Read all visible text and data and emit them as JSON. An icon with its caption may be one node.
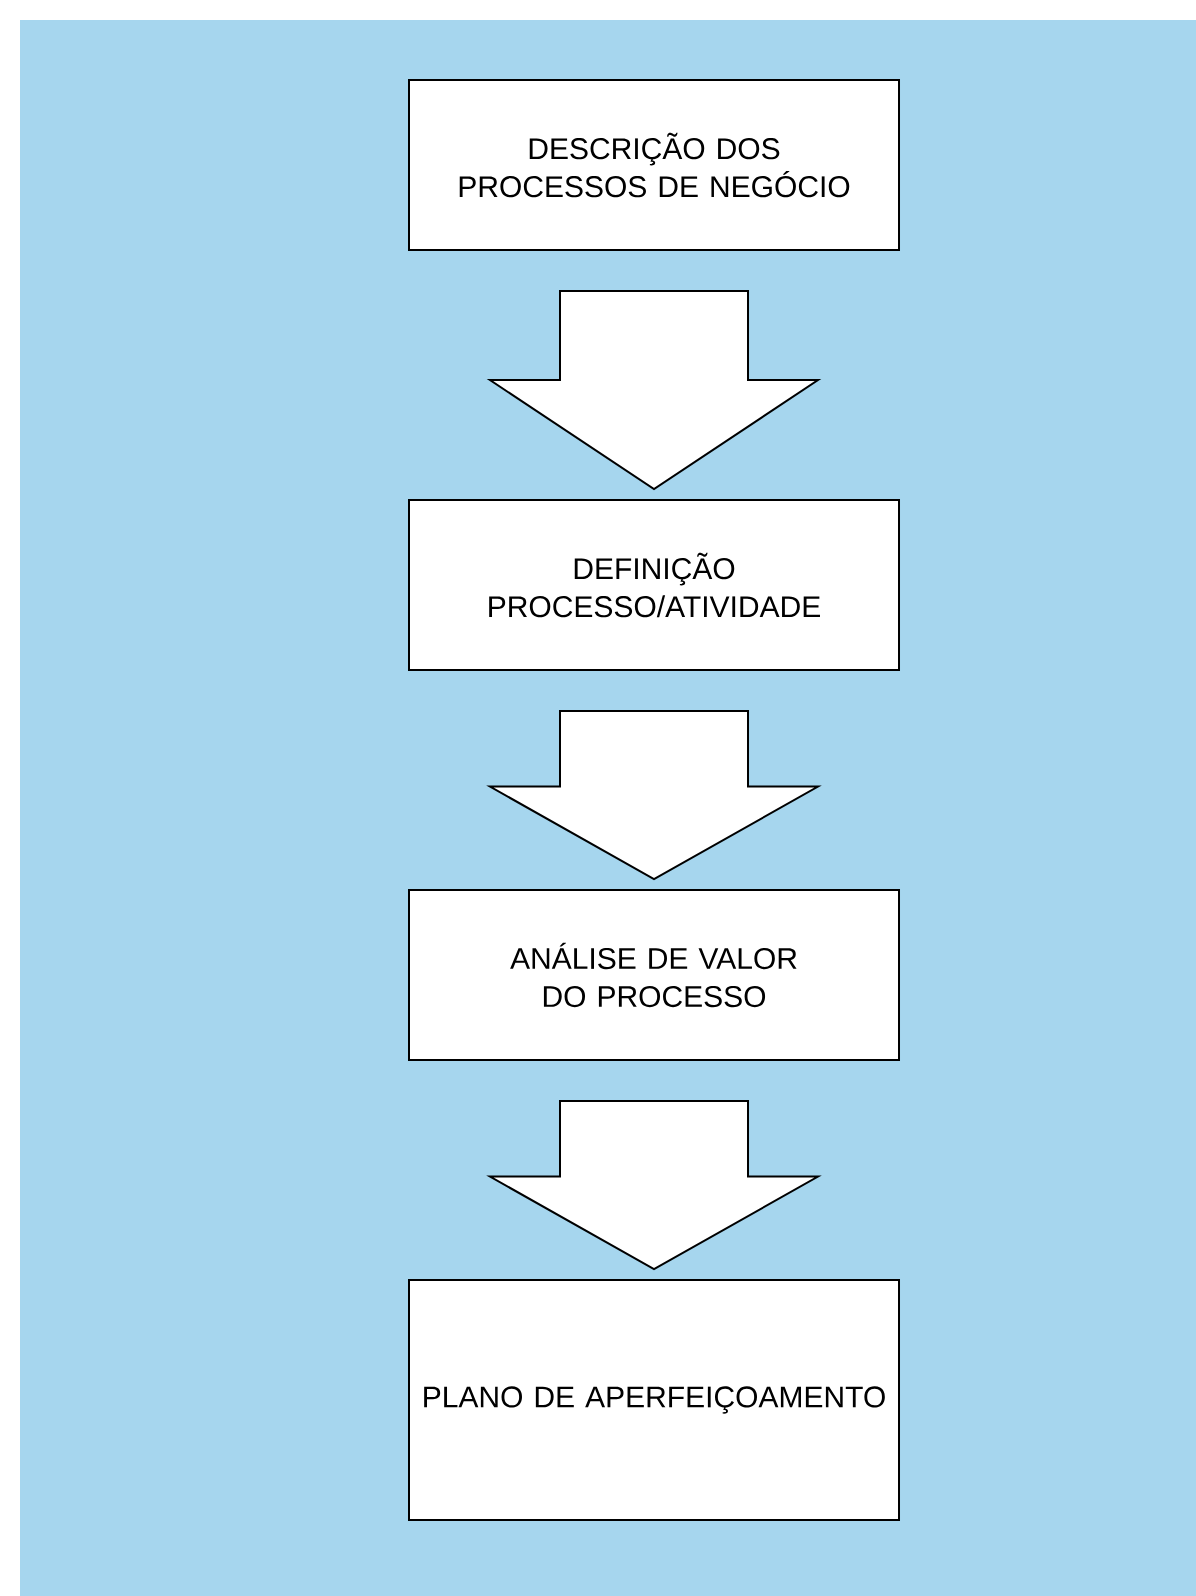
{
  "diagram": {
    "nodes": [
      {
        "text": [
          "DESCRIÇÃO DOS PROCESSOS DE NEGÓCIO"
        ]
      },
      {
        "text": [
          "DEFINIÇÃO PROCESSO/ATIVIDADE"
        ]
      },
      {
        "text": [
          "ANÁLISE DE VALOR DO PROCESSO"
        ]
      },
      {
        "text": [
          "PLANO DE APERFEIÇOAMENTO"
        ]
      }
    ],
    "edges": [
      {
        "from": 0,
        "to": 1,
        "arrow": "to"
      },
      {
        "from": 1,
        "to": 2,
        "arrow": "to"
      },
      {
        "from": 2,
        "to": 3,
        "arrow": "to"
      }
    ]
  }
}
